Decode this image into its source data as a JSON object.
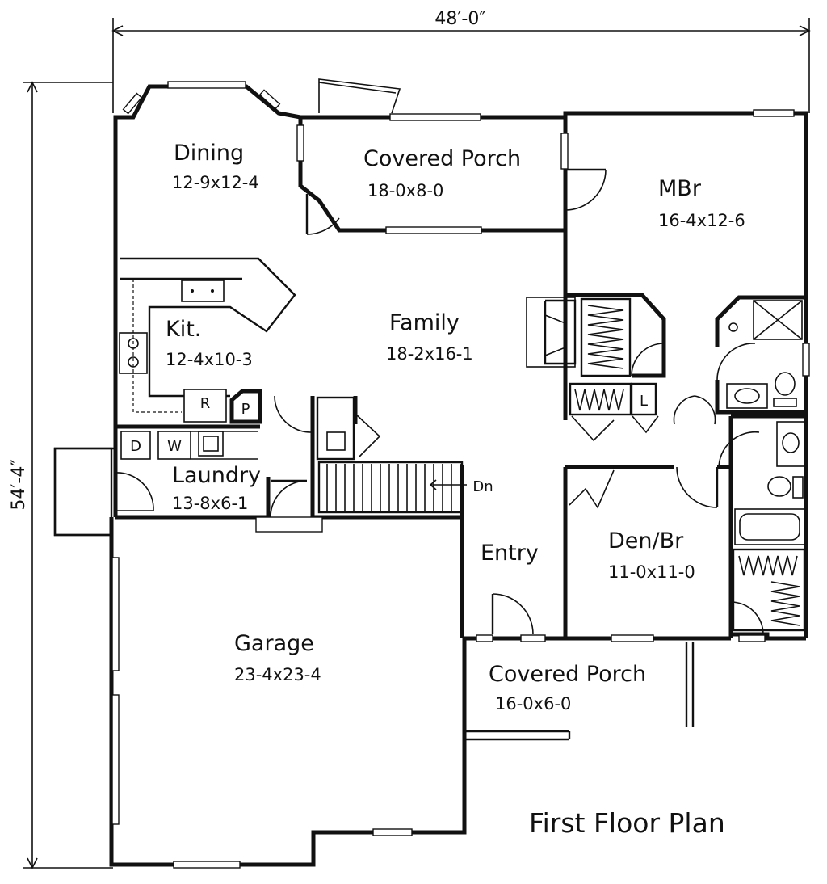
{
  "dimensions": {
    "width": "48′-0″",
    "depth": "54′-4″"
  },
  "plan_title": "First Floor Plan",
  "rooms": {
    "dining": {
      "name": "Dining",
      "size": "12-9x12-4"
    },
    "covered_porch_rear": {
      "name": "Covered Porch",
      "size": "18-0x8-0"
    },
    "master_bedroom": {
      "name": "MBr",
      "size": "16-4x12-6"
    },
    "kitchen": {
      "name": "Kit.",
      "size": "12-4x10-3"
    },
    "family": {
      "name": "Family",
      "size": "18-2x16-1"
    },
    "laundry": {
      "name": "Laundry",
      "size": "13-8x6-1"
    },
    "entry": {
      "name": "Entry"
    },
    "den_bedroom": {
      "name": "Den/Br",
      "size": "11-0x11-0"
    },
    "garage": {
      "name": "Garage",
      "size": "23-4x23-4"
    },
    "covered_porch_front": {
      "name": "Covered Porch",
      "size": "16-0x6-0"
    }
  },
  "fixtures": {
    "refrigerator": "R",
    "pantry": "P",
    "dryer": "D",
    "washer": "W",
    "linen": "L",
    "stair_down": "Dn"
  }
}
